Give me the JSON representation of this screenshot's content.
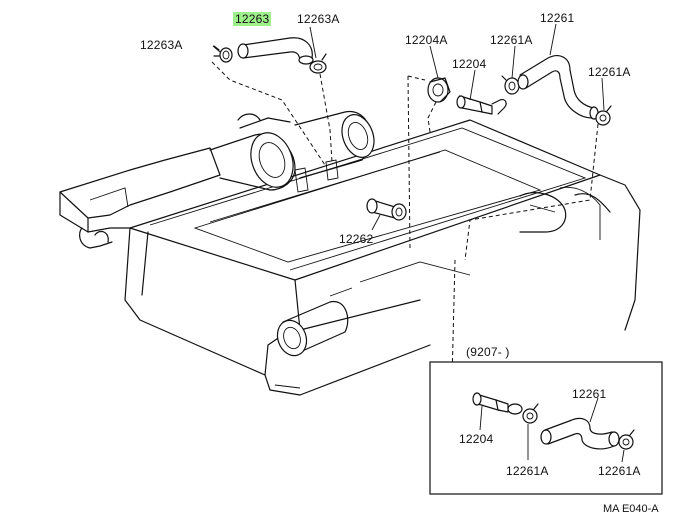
{
  "parts": {
    "hose_top_highlighted": "12263",
    "clamp_top_right": "12263A",
    "clamp_top_left": "12263A",
    "vsv_upper": "12204A",
    "valve_upper": "12204",
    "clamp_upper_small": "12261A",
    "hose_upper_right": "12261",
    "clamp_upper_right": "12261A",
    "tube_center": "12262"
  },
  "inset": {
    "date_range": "(9207-          )",
    "valve": "12204",
    "hose": "12261",
    "clamp_left": "12261A",
    "clamp_right": "12261A"
  },
  "diagram_code": "MA E040-A",
  "highlight_color": "#9ef08a"
}
